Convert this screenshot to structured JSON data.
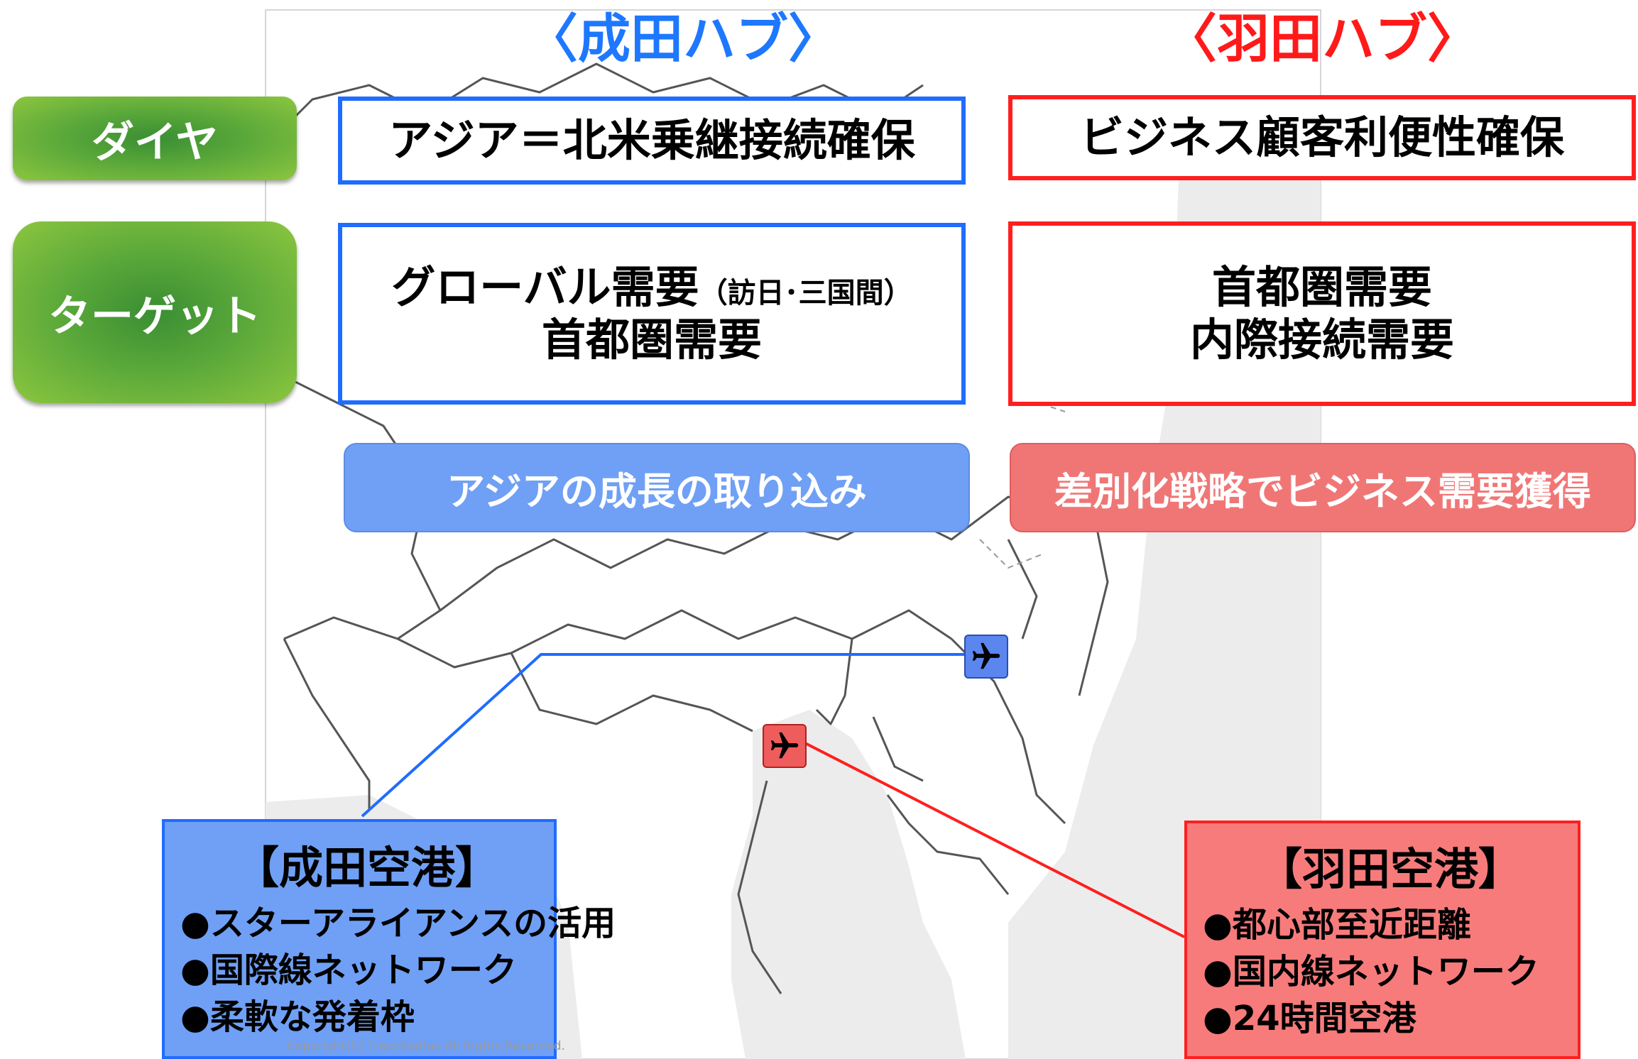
{
  "hubs": {
    "narita": {
      "title": "〈成田ハブ〉"
    },
    "haneda": {
      "title": "〈羽田ハブ〉"
    }
  },
  "row_labels": {
    "diagram": "ダイヤ",
    "target": "ターゲット"
  },
  "narita": {
    "diagram": "アジア＝北米乗継接続確保",
    "target_line1_main": "グローバル需要",
    "target_line1_small": "（訪日･三国間）",
    "target_line2": "首都圏需要",
    "strategy": "アジアの成長の取り込み",
    "airport_title": "【成田空港】",
    "airport_items": [
      "●スターアライアンスの活用",
      "●国際線ネットワーク",
      "●柔軟な発着枠"
    ]
  },
  "haneda": {
    "diagram": "ビジネス顧客利便性確保",
    "target_line1": "首都圏需要",
    "target_line2": "内際接続需要",
    "strategy": "差別化戦略でビジネス需要獲得",
    "airport_title": "【羽田空港】",
    "airport_items": [
      "●都心部至近距離",
      "●国内線ネットワーク",
      "●24時間空港"
    ]
  },
  "copyright": "Copyright(C) T-worldatlas All Rights Reserved.",
  "colors": {
    "narita_blue": "#1f6cff",
    "narita_fill": "#6fa0f5",
    "haneda_red": "#ff1f1f",
    "haneda_fill": "#f77b7b",
    "label_green": "#5aa83a"
  },
  "icons": {
    "airport_marker": "airplane-icon"
  }
}
